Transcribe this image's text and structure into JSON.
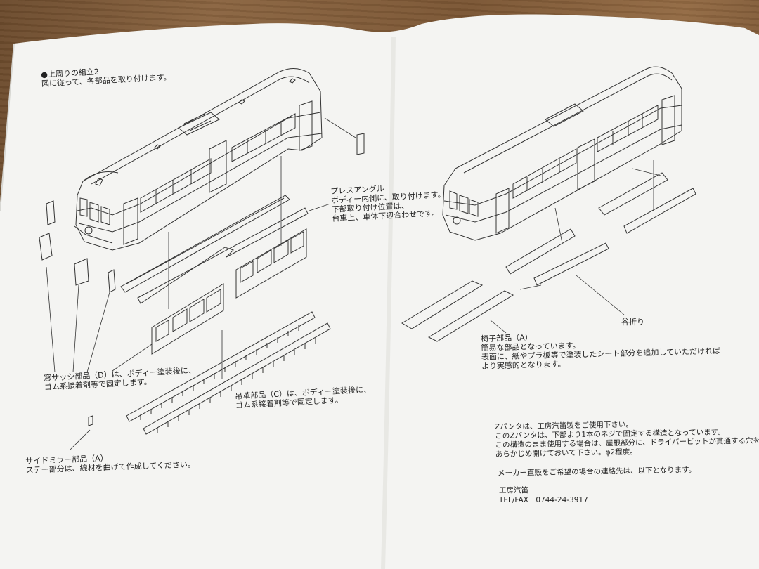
{
  "section": {
    "title": "●上周りの組立2",
    "intro": "図に従って、各部品を取り付けます。"
  },
  "press_angle": {
    "line1": "プレスアングル",
    "line2": "ボディー内側に、取り付けます。",
    "line3": "下部取り付け位置は、",
    "line4": "台車上、車体下辺合わせです。"
  },
  "window_sash": {
    "line1": "窓サッシ部品（D）は、ボディー塗装後に、",
    "line2": "ゴム系接着剤等で固定します。"
  },
  "strap": {
    "line1": "吊革部品（C）は、ボディー塗装後に、",
    "line2": "ゴム系接着剤等で固定します。"
  },
  "side_mirror": {
    "line1": "サイドミラー部品（A）",
    "line2": "ステー部分は、線材を曲げて作成してください。"
  },
  "valley_fold": "谷折り",
  "seat": {
    "line1": "椅子部品（A）",
    "line2": "簡易な部品となっています。",
    "line3": "表面に、紙やプラ板等で塗装したシート部分を追加していただければ",
    "line4": "より実感的となります。"
  },
  "pantograph": {
    "line1": "Zパンタは、工房汽笛製をご使用下さい。",
    "line2": "このZパンタは、下部より1本のネジで固定する構造となっています。",
    "line3": "この構造のまま使用する場合は、屋根部分に、ドライバービットが貫通する穴を",
    "line4": "あらかじめ開けておいて下さい。φ2程度。"
  },
  "contact": {
    "note": "メーカー直販をご希望の場合の連絡先は、以下となります。",
    "company": "工房汽笛",
    "tel": "TEL/FAX　0744-24-3917"
  },
  "colors": {
    "paper": "#f4f4f2",
    "ink": "#333333",
    "table": "#7a5533"
  }
}
